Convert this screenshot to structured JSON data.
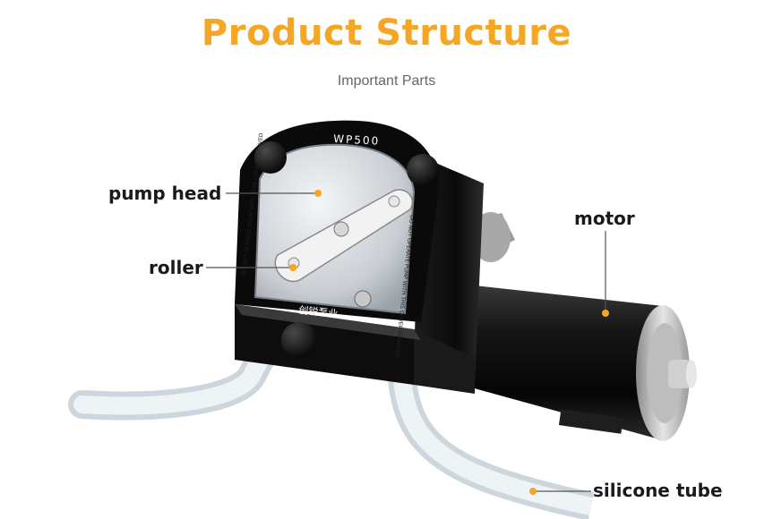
{
  "header": {
    "title": "Product Structure",
    "subtitle": "Important Parts"
  },
  "device": {
    "model_label": "WP500",
    "brand_label": "创锐泵业",
    "cover_warning": "DO NOT OPERATE PUMP WITH THIS COVER REMOVED"
  },
  "callouts": {
    "pump_head": "pump head",
    "roller": "roller",
    "motor": "motor",
    "silicone_tube": "silicone tube"
  },
  "colors": {
    "title": "#f5a623",
    "marker": "#f5a623",
    "housing": "#111111",
    "tube": "#e8eef2"
  }
}
